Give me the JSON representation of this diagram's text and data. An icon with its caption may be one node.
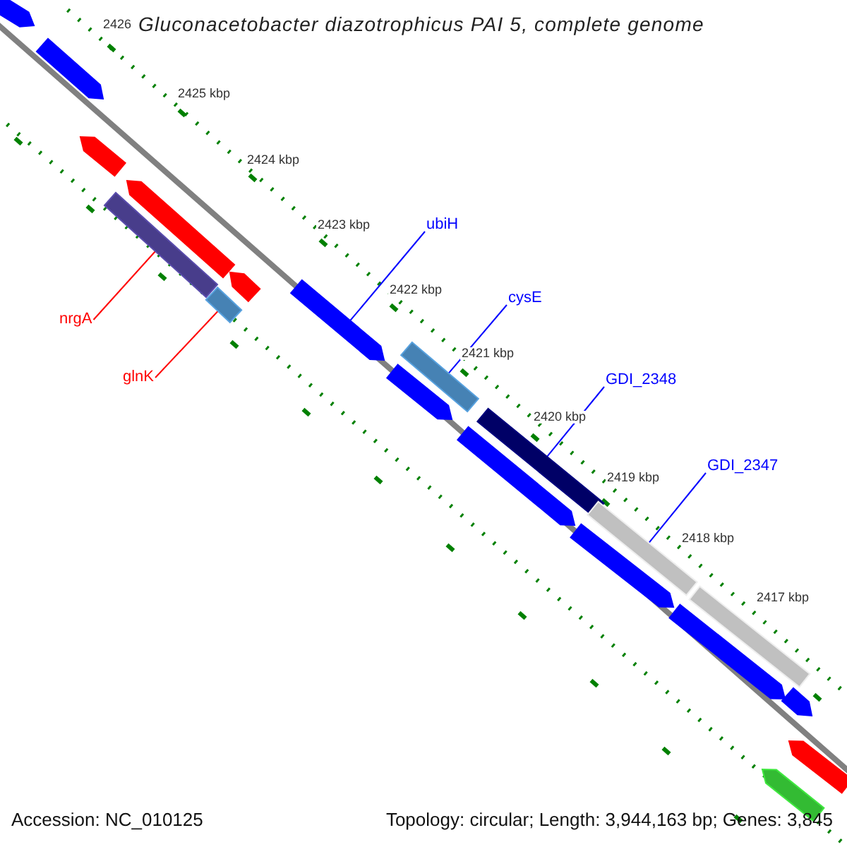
{
  "diagram": {
    "title": "Gluconacetobacter diazotrophicus PAI 5, complete genome",
    "nodes": [
      {
        "text": [
          "nrgA"
        ]
      },
      {
        "text": [
          "glnK"
        ]
      },
      {
        "text": [
          "ubiH"
        ]
      },
      {
        "text": [
          "cysE"
        ]
      },
      {
        "text": [
          "GDI_2348"
        ]
      },
      {
        "text": [
          "GDI_2347"
        ]
      },
      {
        "text": [],
        "shape": "arrow"
      },
      {
        "text": [],
        "shape": "arrow"
      },
      {
        "text": [],
        "shape": "arrow"
      },
      {
        "text": [],
        "shape": "arrow"
      },
      {
        "text": [],
        "shape": "bar"
      },
      {
        "text": [],
        "shape": "arrow"
      },
      {
        "text": [],
        "shape": "bar"
      },
      {
        "text": [],
        "shape": "arrow"
      },
      {
        "text": [],
        "shape": "bar"
      },
      {
        "text": [],
        "shape": "arrow"
      },
      {
        "text": [],
        "shape": "bar"
      },
      {
        "text": [],
        "shape": "arrow"
      },
      {
        "text": [],
        "shape": "bar"
      },
      {
        "text": [],
        "shape": "arrow"
      },
      {
        "text": [],
        "shape": "bar"
      },
      {
        "text": [],
        "shape": "arrow"
      },
      {
        "text": [],
        "shape": "arrow"
      },
      {
        "text": [],
        "shape": "arrow"
      },
      {
        "text": [],
        "shape": "arrow"
      }
    ],
    "edges": [
      {
        "from": 0,
        "to": 10,
        "arrow": "none",
        "color": "#ff0000"
      },
      {
        "from": 1,
        "to": 12,
        "arrow": "none",
        "color": "#ff0000"
      },
      {
        "from": 2,
        "to": 13,
        "arrow": "none"
      },
      {
        "from": 3,
        "to": 14,
        "arrow": "none"
      },
      {
        "from": 4,
        "to": 16,
        "arrow": "none"
      },
      {
        "from": 5,
        "to": 18,
        "arrow": "none"
      }
    ],
    "labels": [
      "2426",
      "2425 kbp",
      "2424 kbp",
      "2423 kbp",
      "2422 kbp",
      "2421 kbp",
      "2420 kbp",
      "2419 kbp",
      "2418 kbp",
      "2417 kbp",
      "Accession: NC_010125",
      "Topology: circular; Length: 3,944,163 bp; Genes: 3,845"
    ]
  }
}
